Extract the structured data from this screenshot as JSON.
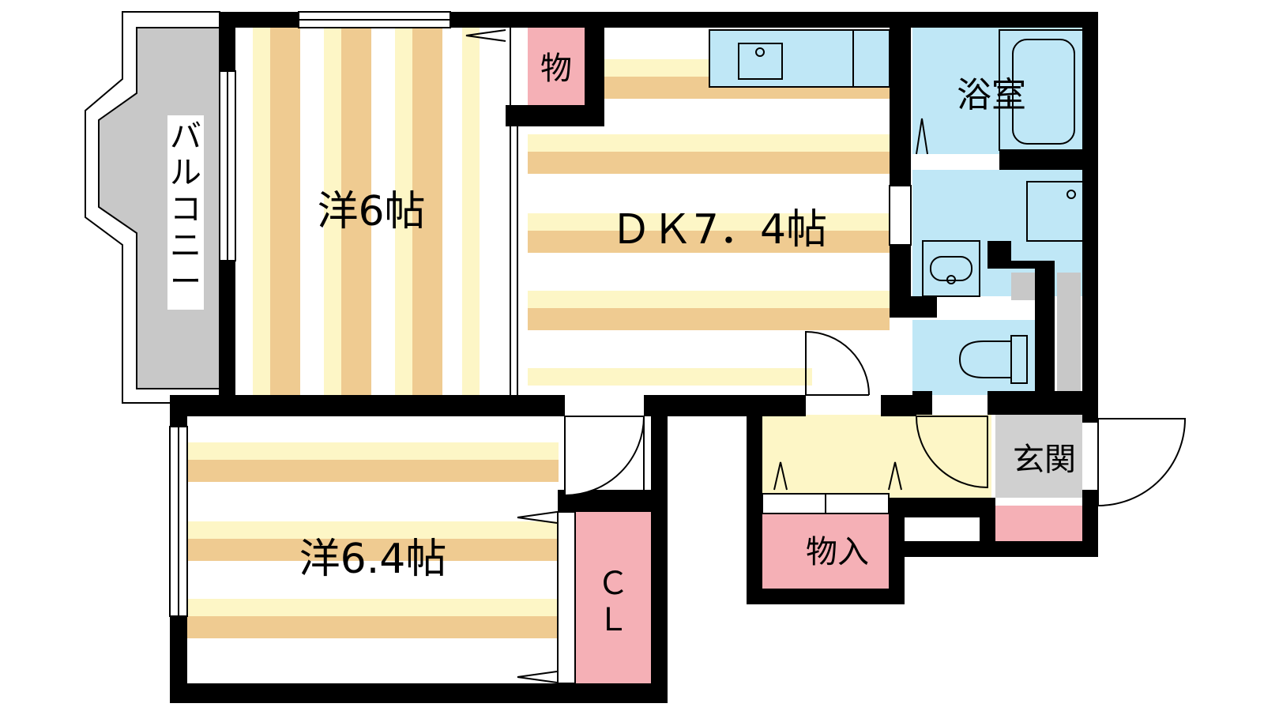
{
  "floor_plan": {
    "rooms": {
      "western_6": "洋6帖",
      "dk": "ＤＫ7．4帖",
      "western_64": "洋6.4帖",
      "bath": "浴室",
      "entrance": "玄関",
      "storage_small": "物",
      "storage_closet": "物入",
      "closet_line1": "Ｃ",
      "closet_line2": "Ｌ"
    },
    "balcony": [
      "バ",
      "ル",
      "コ",
      "ニ",
      "ー"
    ]
  },
  "colors": {
    "wall": "#000000",
    "floor_light": "#fdf6c6",
    "floor_stripe": "#efcb91",
    "wet_area": "#bfe7f6",
    "storage": "#f5b0b6",
    "balcony": "#c8c8c8",
    "entrance_floor": "#fdf6c6",
    "entrance_tile": "#d0d0d0"
  }
}
